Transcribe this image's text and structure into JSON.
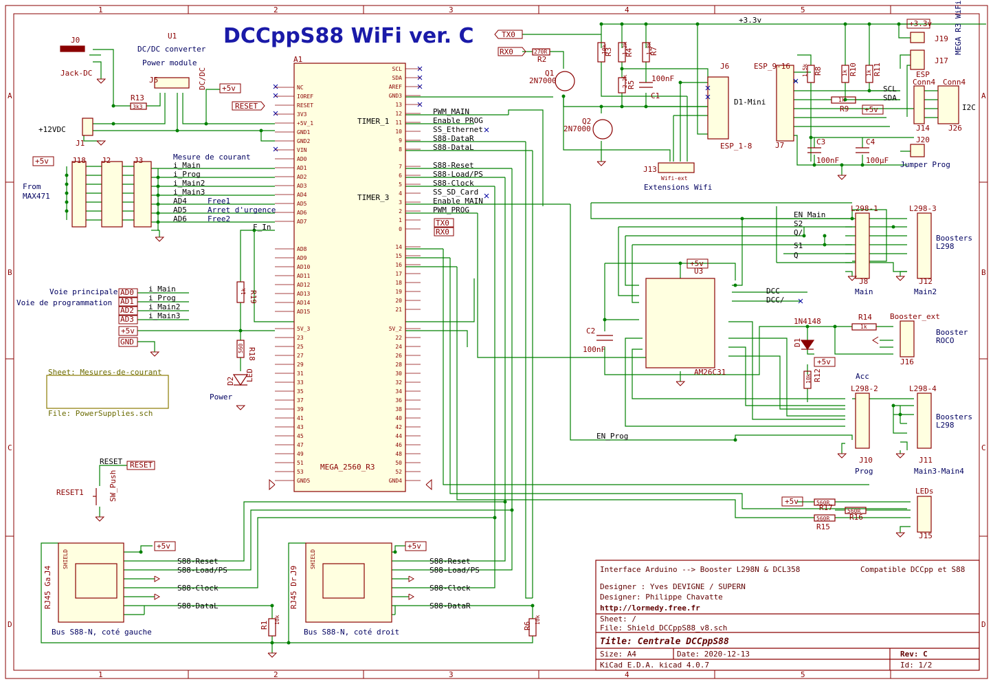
{
  "title": "DCCppS88 WiFi ver. C",
  "frame": {
    "columns": [
      "1",
      "2",
      "3",
      "4",
      "5"
    ],
    "rows": [
      "A",
      "B",
      "C",
      "D"
    ]
  },
  "components": {
    "J0": "J0",
    "jack_dc": "Jack-DC",
    "u1": "U1",
    "u1_desc1": "DC/DC converter",
    "u1_desc2": "Power module",
    "j5": "J5",
    "j5_desc": "DC/DC",
    "r13": "R13",
    "r13_val": "3k3",
    "j1": "J1",
    "j1_val": "+12VDC",
    "a1": "A1",
    "mega": "MEGA_2560_R3",
    "j18": "J18",
    "j2": "J2",
    "j3": "J3",
    "from": "From",
    "max471": "MAX471",
    "mesure": "Mesure de courant",
    "voie_principale": "Voie principale",
    "voie_prog": "Voie de programmation",
    "r19": "R19",
    "r19_val": "1k",
    "r18": "R18",
    "r18_val": "560",
    "d2": "D2",
    "d2_led": "LED",
    "power": "Power",
    "sheet_name": "Sheet: Mesures-de-courant",
    "sheet_file": "File: PowerSupplies.sch",
    "reset_label": "RESET",
    "reset1": "RESET1",
    "sw_push": "SW_Push",
    "j4": "J4",
    "j4_desc": "RJ45 Ga.",
    "j9": "J9",
    "j9_desc": "RJ45 Dr.",
    "shield": "SHIELD",
    "bus_left": "Bus S88-N, coté gauche",
    "bus_right": "Bus S88-N, coté droit",
    "r1": "R1",
    "r1_val": "10k",
    "r6": "R6",
    "r6_val": "10k",
    "q1": "Q1",
    "q1_val": "2N7000",
    "q2": "Q2",
    "q2_val": "2N7000",
    "r2": "R2",
    "r2_val": "270R",
    "r3": "R3",
    "r3_val": "10k",
    "r4": "R4",
    "r4_val": "1.2k",
    "r5": "R5",
    "r5_val": "2.2k",
    "r7": "R7",
    "r7_val": "1.8k",
    "c1": "C1",
    "c1_val": "100nF",
    "j6": "J6",
    "d1mini": "D1-Mini",
    "esp_1_8": "ESP_1-8",
    "j13": "J13",
    "wifi_ext": "Wifi-ext",
    "ext_wifi": "Extensions Wifi",
    "j19": "J19",
    "j17": "J17",
    "esp": "ESP",
    "mega_r3_wifi": "MEGA R3 WiFi",
    "esp_9_16": "ESP_9-16",
    "r8": "R8",
    "r8_val": "1.5k",
    "r10": "R10",
    "r10_val": "1k",
    "r11": "R11",
    "r11_val": "1k",
    "r9": "R9",
    "r9_val": "1k",
    "scl": "SCL",
    "sda": "SDA",
    "conn4a": "Conn4",
    "conn4b": "Conn4",
    "i2c": "I2C",
    "j14": "J14",
    "j26": "J26",
    "j7": "J7",
    "c3": "C3",
    "c3_val": "100nF",
    "c4": "C4",
    "c4_val": "100µF",
    "j20": "J20",
    "jumper_prog": "Jumper Prog",
    "l298_1": "L298-1",
    "l298_3": "L298-3",
    "j8": "J8",
    "main": "Main",
    "j12": "J12",
    "main2": "Main2",
    "boosters": "Boosters",
    "l298": "L298",
    "u3": "U3",
    "am26c31": "AM26C31",
    "c2": "C2",
    "c2_val": "100nF",
    "dcc": "DCC",
    "dcc_n": "DCC/",
    "d1": "D1",
    "d1_val": "1N4148",
    "r14": "R14",
    "r14_val": "1k",
    "booster_ext": "Booster_ext",
    "booster_roco1": "Booster",
    "booster_roco2": "ROCO",
    "j16": "J16",
    "r12": "R12",
    "r12_val": "10k",
    "acc": "Acc",
    "l298_2": "L298-2",
    "l298_4": "L298-4",
    "j10": "J10",
    "prog": "Prog",
    "j11": "J11",
    "main34": "Main3-Main4",
    "leds": "LEDs",
    "j15": "J15",
    "r17": "R17",
    "r17_val": "560R",
    "r16": "R16",
    "r16_val": "560R",
    "r15": "R15",
    "r15_val": "560R",
    "r_top": "560R",
    "timer1": "TIMER_1",
    "timer3": "TIMER_3"
  },
  "nets": {
    "plus5": "+5v",
    "plus33": "+3.3v",
    "gnd": "GND",
    "tx0": "TX0",
    "rx0": "RX0",
    "i_main": "i_Main",
    "i_prog": "i_Prog",
    "i_main2": "i_Main2",
    "i_main3": "i_Main3",
    "ad0": "AD0",
    "ad1": "AD1",
    "ad2": "AD2",
    "ad3": "AD3",
    "ad4": "AD4",
    "ad5": "AD5",
    "ad6": "AD6",
    "free1": "Free1",
    "arret": "Arret d'urgence",
    "free2": "Free2",
    "f_in": "F_In",
    "pwm_main_top": "PWM_MAIN",
    "enable_prog": "Enable PROG",
    "ss_ethernet": "SS_Ethernet",
    "s88_datar": "S88-DataR",
    "s88_datal": "S88-DataL",
    "s88_reset": "S88-Reset",
    "s88_load": "S88-Load/PS",
    "s88_clock": "S88-Clock",
    "ss_sd": "SS_SD_Card",
    "enable_main": "Enable MAIN",
    "pwm_prog": "PWM_PROG",
    "en_main": "EN_Main",
    "en_prog": "EN_Prog",
    "s2": "S2",
    "q_n": "Q/",
    "s1": "S1",
    "q": "Q"
  },
  "mega_left_pins": [
    "NC",
    "IOREF",
    "RESET",
    "3V3",
    "+5V_1",
    "GND1",
    "GND2",
    "VIN",
    "AD0",
    "AD1",
    "AD2",
    "AD3",
    "AD4",
    "AD5",
    "AD6",
    "AD7"
  ],
  "mega_left_pins2": [
    "AD8",
    "AD9",
    "AD10",
    "AD11",
    "AD12",
    "AD13",
    "AD14",
    "AD15"
  ],
  "mega_left_pins3": [
    "5V_3",
    "23",
    "25",
    "27",
    "29",
    "31",
    "33",
    "35",
    "37",
    "39",
    "41",
    "43",
    "45",
    "47",
    "49",
    "51",
    "53",
    "GND5"
  ],
  "mega_right_pins": [
    "SCL",
    "SDA",
    "AREF",
    "GND3",
    "13",
    "12",
    "11",
    "10",
    "9",
    "8"
  ],
  "mega_right_pins2": [
    "7",
    "6",
    "5",
    "4",
    "3",
    "2",
    "1",
    "0"
  ],
  "mega_right_pins3": [
    "14",
    "15",
    "16",
    "17",
    "18",
    "19",
    "20",
    "21"
  ],
  "mega_right_pins4": [
    "5V_2",
    "22",
    "24",
    "26",
    "28",
    "30",
    "32",
    "34",
    "36",
    "38",
    "40",
    "42",
    "44",
    "46",
    "48",
    "50",
    "52",
    "GND4"
  ],
  "titleblock": {
    "desc": "Interface Arduino --> Booster L298N & DCL358",
    "compat": "Compatible DCCpp et S88",
    "designer1": "Designer : Yves DEVIGNE / SUPERN",
    "designer2": "Designer: Philippe Chavatte",
    "url": "http://lormedy.free.fr",
    "sheet": "Sheet: /",
    "file": "File: Shield_DCCppS88_v8.sch",
    "title": "Title: Centrale DCCppS88",
    "size": "Size: A4",
    "date": "Date: 2020-12-13",
    "rev": "Rev: C",
    "kicad": "KiCad E.D.A.  kicad 4.0.7",
    "id": "Id: 1/2"
  }
}
